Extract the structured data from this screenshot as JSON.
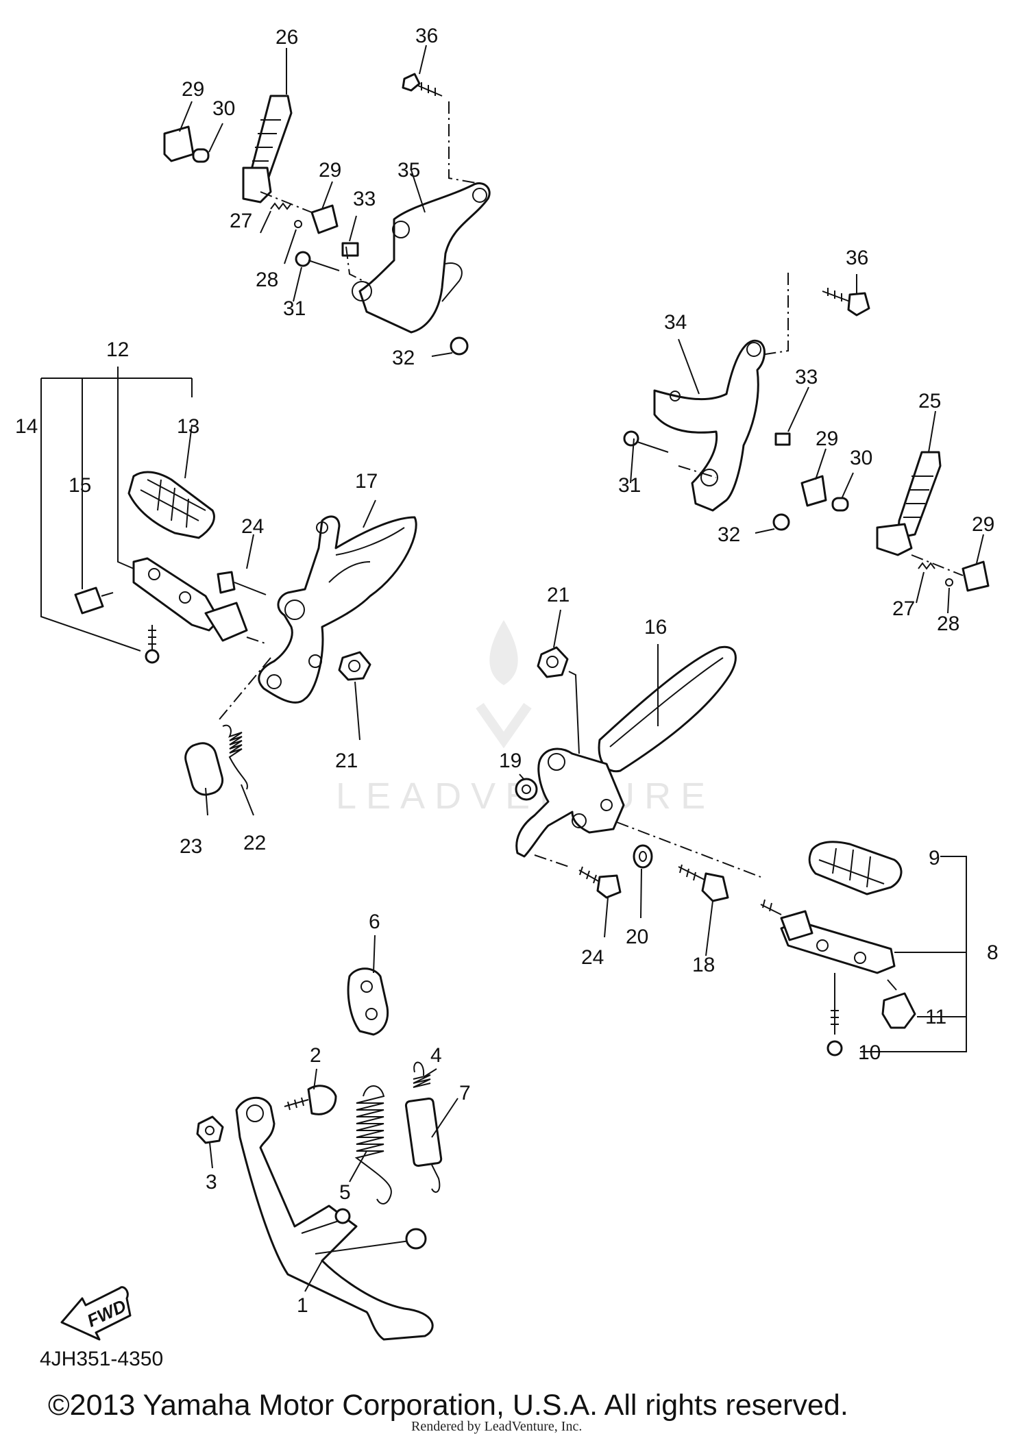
{
  "diagram_code": "4JH351-4350",
  "fwd_label": "FWD",
  "watermark": "LEADVENTURE",
  "copyright": "©2013 Yamaha Motor Corporation, U.S.A. All rights reserved.",
  "rendered_by": "Rendered by LeadVenture, Inc.",
  "callouts": {
    "c1": "1",
    "c2": "2",
    "c3": "3",
    "c4": "4",
    "c5": "5",
    "c6": "6",
    "c7": "7",
    "c8": "8",
    "c9": "9",
    "c10": "10",
    "c11": "11",
    "c12": "12",
    "c13": "13",
    "c14": "14",
    "c15": "15",
    "c16": "16",
    "c17": "17",
    "c18": "18",
    "c19": "19",
    "c20": "20",
    "c21a": "21",
    "c21b": "21",
    "c22": "22",
    "c23": "23",
    "c24a": "24",
    "c24b": "24",
    "c25": "25",
    "c26": "26",
    "c27a": "27",
    "c27b": "27",
    "c28a": "28",
    "c28b": "28",
    "c29a": "29",
    "c29b": "29",
    "c29c": "29",
    "c29d": "29",
    "c30a": "30",
    "c30b": "30",
    "c31a": "31",
    "c31b": "31",
    "c32a": "32",
    "c32b": "32",
    "c33a": "33",
    "c33b": "33",
    "c34": "34",
    "c35": "35",
    "c36a": "36",
    "c36b": "36"
  }
}
